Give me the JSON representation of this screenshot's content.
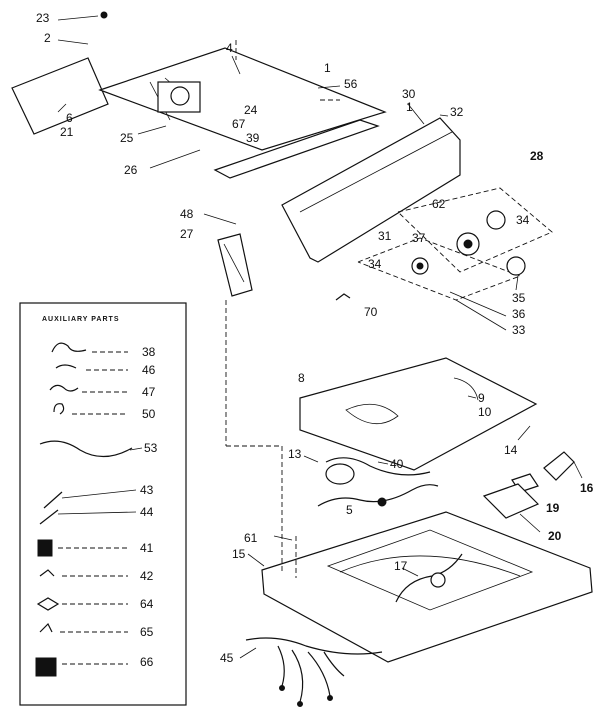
{
  "aux_title": "AUXILIARY PARTS",
  "callouts": {
    "c23": "23",
    "c2": "2",
    "c6": "6",
    "c21": "21",
    "c25": "25",
    "c26": "26",
    "c4": "4",
    "c1a": "1",
    "c56": "56",
    "c24": "24",
    "c67": "67",
    "c39": "39",
    "c30": "30",
    "c1b": "1",
    "c32": "32",
    "c28": "28",
    "c48": "48",
    "c27": "27",
    "c62": "62",
    "c34a": "34",
    "c31": "31",
    "c37": "37",
    "c34b": "34",
    "c35": "35",
    "c36": "36",
    "c33": "33",
    "c70": "70",
    "c8": "8",
    "c9": "9",
    "c10": "10",
    "c13": "13",
    "c40": "40",
    "c14": "14",
    "c16": "16",
    "c19": "19",
    "c5": "5",
    "c20": "20",
    "c61": "61",
    "c15": "15",
    "c17": "17",
    "c45": "45",
    "a38": "38",
    "a46": "46",
    "a47": "47",
    "a50": "50",
    "a53": "53",
    "a43": "43",
    "a44": "44",
    "a41": "41",
    "a42": "42",
    "a64": "64",
    "a65": "65",
    "a66": "66"
  }
}
